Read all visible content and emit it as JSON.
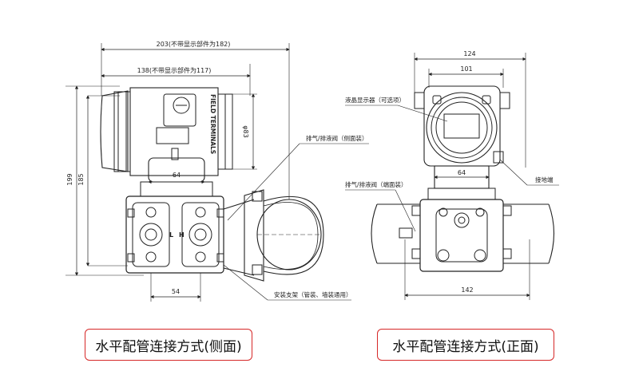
{
  "side_view": {
    "dim_overall": "203(不带显示部件为182)",
    "dim_body": "138(不带显示部件为117)",
    "dim_height_outer": "199",
    "dim_height_inner": "185",
    "dim_diameter": "φ83",
    "dim_neck": "64",
    "dim_flange": "54",
    "label_terminals": "FIELD TERMINALS",
    "label_low": "L",
    "label_high": "H",
    "callout_vent": "排气/排液阀（侧面装）",
    "callout_bracket": "安装支架（管装、墙装通用）",
    "caption": "水平配管连接方式(侧面)"
  },
  "front_view": {
    "dim_overall": "124",
    "dim_body": "101",
    "dim_neck": "64",
    "dim_bottom": "142",
    "callout_display": "液晶显示器（可选项）",
    "callout_vent": "排气/排液阀（端面装）",
    "callout_ground": "接地端",
    "caption": "水平配管连接方式(正面)"
  }
}
